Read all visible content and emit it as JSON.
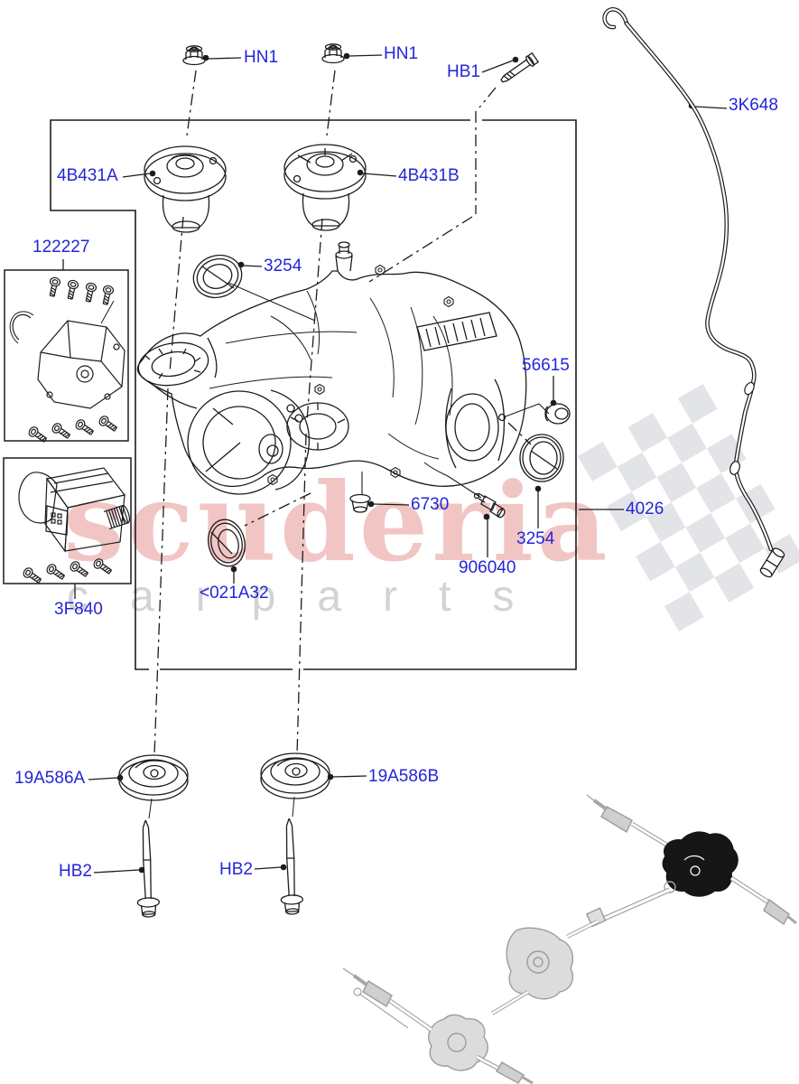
{
  "colors": {
    "label_blue": "#2326d8",
    "line_black": "#1c1c1c",
    "watermark_pink": "#f0bcbc",
    "watermark_gray": "#c9c9c9",
    "flag_gray": "#dadbe0",
    "locator_gray": "#a6a6a6"
  },
  "watermark": {
    "brand": "scuderia",
    "tagline": "carparts"
  },
  "labels": [
    {
      "id": "hn1-left",
      "text": "HN1"
    },
    {
      "id": "hn1-right",
      "text": "HN1"
    },
    {
      "id": "hb1",
      "text": "HB1"
    },
    {
      "id": "4b431a",
      "text": "4B431A"
    },
    {
      "id": "4b431b",
      "text": "4B431B"
    },
    {
      "id": "122227",
      "text": "122227"
    },
    {
      "id": "3254-top",
      "text": "3254"
    },
    {
      "id": "3k648",
      "text": "3K648"
    },
    {
      "id": "56615",
      "text": "56615"
    },
    {
      "id": "6730",
      "text": "6730"
    },
    {
      "id": "4026",
      "text": "4026"
    },
    {
      "id": "3254-right",
      "text": "3254"
    },
    {
      "id": "906040",
      "text": "906040"
    },
    {
      "id": "021a32",
      "text": "<021A32"
    },
    {
      "id": "3f840",
      "text": "3F840"
    },
    {
      "id": "19a586a",
      "text": "19A586A"
    },
    {
      "id": "19a586b",
      "text": "19A586B"
    },
    {
      "id": "hb2-left",
      "text": "HB2"
    },
    {
      "id": "hb2-right",
      "text": "HB2"
    }
  ]
}
